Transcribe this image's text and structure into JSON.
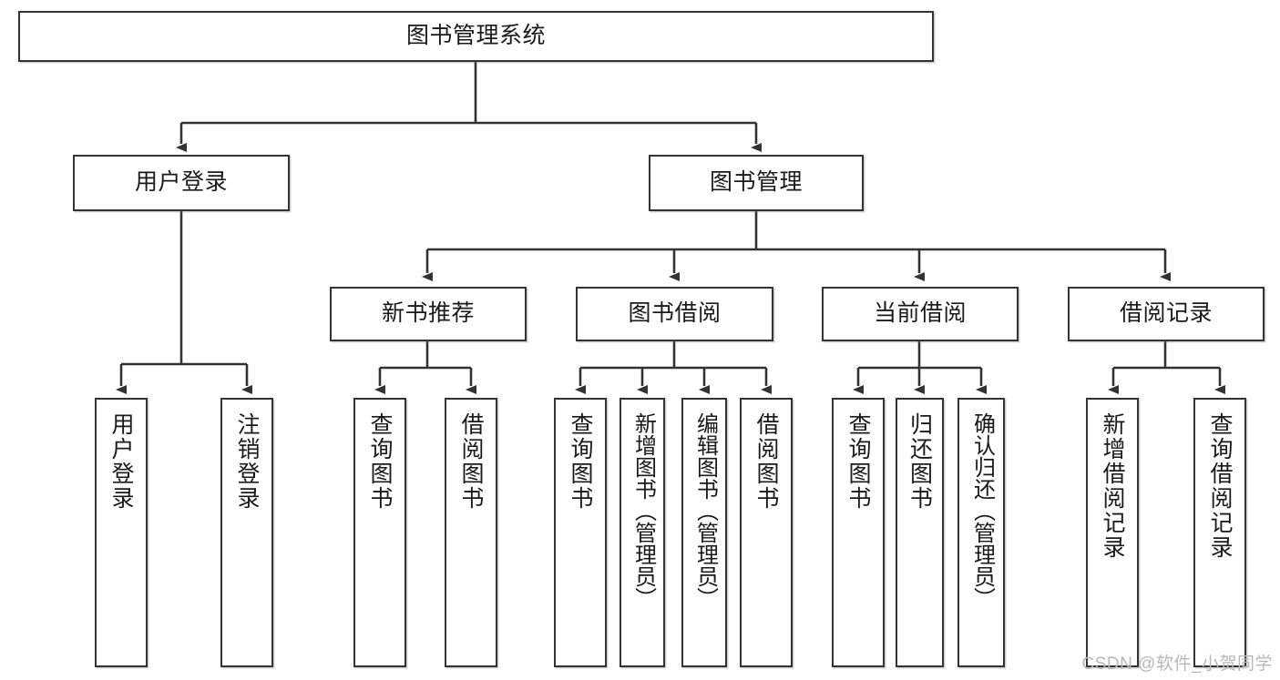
{
  "diagram": {
    "title": "图书管理系统",
    "watermark": "CSDN @软件_小贺同学",
    "colors": {
      "stroke": "#333333",
      "box_fill": "#ffffff",
      "text": "#1a1a1a",
      "watermark": "#b8b8b8",
      "background": "#ffffff"
    },
    "root": {
      "label": "图书管理系统"
    },
    "level2": [
      {
        "label": "用户登录"
      },
      {
        "label": "图书管理"
      }
    ],
    "level3": [
      {
        "label": "新书推荐"
      },
      {
        "label": "图书借阅"
      },
      {
        "label": "当前借阅"
      },
      {
        "label": "借阅记录"
      }
    ],
    "leaves": {
      "user_login": [
        {
          "label": "用户登录"
        },
        {
          "label": "注销登录"
        }
      ],
      "new_book_recommend": [
        {
          "label": "查询图书"
        },
        {
          "label": "借阅图书"
        }
      ],
      "book_borrow": [
        {
          "label": "查询图书"
        },
        {
          "label": "新增图书（管理员）"
        },
        {
          "label": "编辑图书（管理员）"
        },
        {
          "label": "借阅图书"
        }
      ],
      "current_borrow": [
        {
          "label": "查询图书"
        },
        {
          "label": "归还图书"
        },
        {
          "label": "确认归还（管理员）"
        }
      ],
      "borrow_records": [
        {
          "label": "新增借阅记录"
        },
        {
          "label": "查询借阅记录"
        }
      ]
    }
  }
}
